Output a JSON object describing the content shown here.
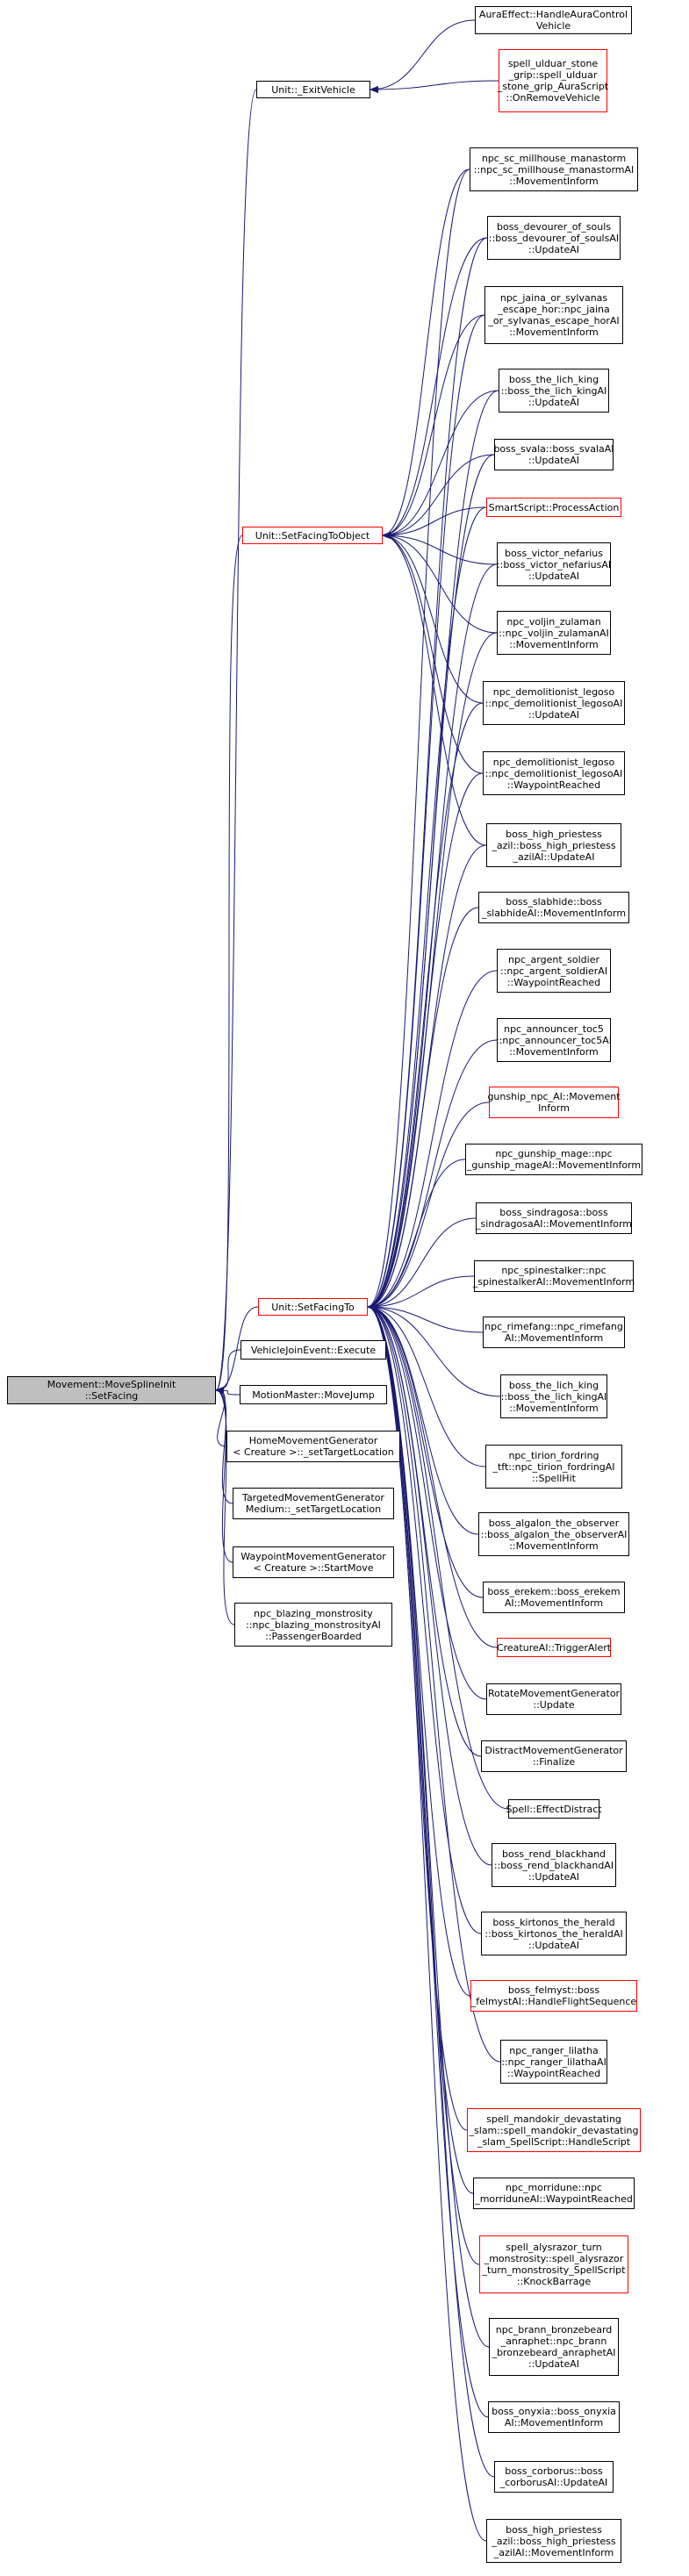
{
  "graph": {
    "edge_color": "#191970",
    "missing_color": "#ff0000",
    "root_fill": "#bfbfbf",
    "nodes": {
      "root": {
        "label": "Movement::MoveSplineInit\n::SetFacing",
        "status": "root"
      },
      "exit_vehicle": {
        "label": "Unit::_ExitVehicle",
        "status": "normal"
      },
      "aura_effect": {
        "label": "AuraEffect::HandleAuraControl\nVehicle",
        "status": "normal"
      },
      "spell_ulduar": {
        "label": "spell_ulduar_stone\n_grip::spell_ulduar\n_stone_grip_AuraScript\n::OnRemoveVehicle",
        "status": "truncated"
      },
      "set_facing_to_object": {
        "label": "Unit::SetFacingToObject",
        "status": "truncated"
      },
      "millhouse": {
        "label": "npc_sc_millhouse_manastorm\n::npc_sc_millhouse_manastormAI\n::MovementInform",
        "status": "normal"
      },
      "devourer": {
        "label": "boss_devourer_of_souls\n::boss_devourer_of_soulsAI\n::UpdateAI",
        "status": "normal"
      },
      "jaina": {
        "label": "npc_jaina_or_sylvanas\n_escape_hor::npc_jaina\n_or_sylvanas_escape_horAI\n::MovementInform",
        "status": "normal"
      },
      "lich_king_update": {
        "label": "boss_the_lich_king\n::boss_the_lich_kingAI\n::UpdateAI",
        "status": "normal"
      },
      "svala": {
        "label": "boss_svala::boss_svalaAI\n::UpdateAI",
        "status": "normal"
      },
      "smartscript": {
        "label": "SmartScript::ProcessAction",
        "status": "truncated"
      },
      "nefarius": {
        "label": "boss_victor_nefarius\n::boss_victor_nefariusAI\n::UpdateAI",
        "status": "normal"
      },
      "voljin": {
        "label": "npc_voljin_zulaman\n::npc_voljin_zulamanAI\n::MovementInform",
        "status": "normal"
      },
      "legoso_update": {
        "label": "npc_demolitionist_legoso\n::npc_demolitionist_legosoAI\n::UpdateAI",
        "status": "normal"
      },
      "legoso_waypoint": {
        "label": "npc_demolitionist_legoso\n::npc_demolitionist_legosoAI\n::WaypointReached",
        "status": "normal"
      },
      "azil_update": {
        "label": "boss_high_priestess\n_azil::boss_high_priestess\n_azilAI::UpdateAI",
        "status": "normal"
      },
      "set_facing_to": {
        "label": "Unit::SetFacingTo",
        "status": "truncated"
      },
      "slabhide": {
        "label": "boss_slabhide::boss\n_slabhideAI::MovementInform",
        "status": "normal"
      },
      "argent_soldier": {
        "label": "npc_argent_soldier\n::npc_argent_soldierAI\n::WaypointReached",
        "status": "normal"
      },
      "announcer": {
        "label": "npc_announcer_toc5\n::npc_announcer_toc5AI\n::MovementInform",
        "status": "normal"
      },
      "gunship_npc": {
        "label": "gunship_npc_AI::Movement\nInform",
        "status": "truncated"
      },
      "gunship_mage": {
        "label": "npc_gunship_mage::npc\n_gunship_mageAI::MovementInform",
        "status": "normal"
      },
      "sindragosa": {
        "label": "boss_sindragosa::boss\n_sindragosaAI::MovementInform",
        "status": "normal"
      },
      "spinestalker": {
        "label": "npc_spinestalker::npc\n_spinestalkerAI::MovementInform",
        "status": "normal"
      },
      "rimefang": {
        "label": "npc_rimefang::npc_rimefang\nAI::MovementInform",
        "status": "normal"
      },
      "lich_king_move": {
        "label": "boss_the_lich_king\n::boss_the_lich_kingAI\n::MovementInform",
        "status": "normal"
      },
      "tirion": {
        "label": "npc_tirion_fordring\n_tft::npc_tirion_fordringAI\n::SpellHit",
        "status": "normal"
      },
      "algalon": {
        "label": "boss_algalon_the_observer\n::boss_algalon_the_observerAI\n::MovementInform",
        "status": "normal"
      },
      "erekem": {
        "label": "boss_erekem::boss_erekem\nAI::MovementInform",
        "status": "normal"
      },
      "creature_ai": {
        "label": "CreatureAI::TriggerAlert",
        "status": "truncated"
      },
      "rotate_gen": {
        "label": "RotateMovementGenerator\n::Update",
        "status": "normal"
      },
      "distract_gen": {
        "label": "DistractMovementGenerator\n::Finalize",
        "status": "normal"
      },
      "effect_distract": {
        "label": "Spell::EffectDistract",
        "status": "normal"
      },
      "rend": {
        "label": "boss_rend_blackhand\n::boss_rend_blackhandAI\n::UpdateAI",
        "status": "normal"
      },
      "kirtonos": {
        "label": "boss_kirtonos_the_herald\n::boss_kirtonos_the_heraldAI\n::UpdateAI",
        "status": "normal"
      },
      "felmyst": {
        "label": "boss_felmyst::boss\n_felmystAI::HandleFlightSequence",
        "status": "truncated"
      },
      "ranger_lilatha": {
        "label": "npc_ranger_lilatha\n::npc_ranger_lilathaAI\n::WaypointReached",
        "status": "normal"
      },
      "mandokir": {
        "label": "spell_mandokir_devastating\n_slam::spell_mandokir_devastating\n_slam_SpellScript::HandleScript",
        "status": "truncated"
      },
      "morridune": {
        "label": "npc_morridune::npc\n_morriduneAI::WaypointReached",
        "status": "normal"
      },
      "alysrazor": {
        "label": "spell_alysrazor_turn\n_monstrosity::spell_alysrazor\n_turn_monstrosity_SpellScript\n::KnockBarrage",
        "status": "truncated"
      },
      "brann": {
        "label": "npc_brann_bronzebeard\n_anraphet::npc_brann\n_bronzebeard_anraphetAI\n::UpdateAI",
        "status": "normal"
      },
      "onyxia": {
        "label": "boss_onyxia::boss_onyxia\nAI::MovementInform",
        "status": "normal"
      },
      "corborus": {
        "label": "boss_corborus::boss\n_corborusAI::UpdateAI",
        "status": "normal"
      },
      "azil_move": {
        "label": "boss_high_priestess\n_azil::boss_high_priestess\n_azilAI::MovementInform",
        "status": "normal"
      },
      "vehicle_join": {
        "label": "VehicleJoinEvent::Execute",
        "status": "normal"
      },
      "motion_master": {
        "label": "MotionMaster::MoveJump",
        "status": "normal"
      },
      "home_gen": {
        "label": "HomeMovementGenerator\n< Creature >::_setTargetLocation",
        "status": "normal"
      },
      "targeted_gen": {
        "label": "TargetedMovementGenerator\nMedium::_setTargetLocation",
        "status": "normal"
      },
      "waypoint_gen": {
        "label": "WaypointMovementGenerator\n< Creature >::StartMove",
        "status": "normal"
      },
      "blazing": {
        "label": "npc_blazing_monstrosity\n::npc_blazing_monstrosityAI\n::PassengerBoarded",
        "status": "normal"
      }
    },
    "edges": [
      [
        "exit_vehicle",
        "root"
      ],
      [
        "set_facing_to_object",
        "root"
      ],
      [
        "set_facing_to",
        "root"
      ],
      [
        "vehicle_join",
        "root"
      ],
      [
        "motion_master",
        "root"
      ],
      [
        "home_gen",
        "root"
      ],
      [
        "targeted_gen",
        "root"
      ],
      [
        "waypoint_gen",
        "root"
      ],
      [
        "blazing",
        "root"
      ],
      [
        "aura_effect",
        "exit_vehicle"
      ],
      [
        "spell_ulduar",
        "exit_vehicle"
      ],
      [
        "millhouse",
        "set_facing_to_object"
      ],
      [
        "devourer",
        "set_facing_to_object"
      ],
      [
        "jaina",
        "set_facing_to_object"
      ],
      [
        "lich_king_update",
        "set_facing_to_object"
      ],
      [
        "svala",
        "set_facing_to_object"
      ],
      [
        "smartscript",
        "set_facing_to_object"
      ],
      [
        "nefarius",
        "set_facing_to_object"
      ],
      [
        "voljin",
        "set_facing_to_object"
      ],
      [
        "legoso_update",
        "set_facing_to_object"
      ],
      [
        "legoso_waypoint",
        "set_facing_to_object"
      ],
      [
        "azil_update",
        "set_facing_to_object"
      ],
      [
        "millhouse",
        "set_facing_to"
      ],
      [
        "devourer",
        "set_facing_to"
      ],
      [
        "jaina",
        "set_facing_to"
      ],
      [
        "lich_king_update",
        "set_facing_to"
      ],
      [
        "svala",
        "set_facing_to"
      ],
      [
        "smartscript",
        "set_facing_to"
      ],
      [
        "nefarius",
        "set_facing_to"
      ],
      [
        "voljin",
        "set_facing_to"
      ],
      [
        "legoso_update",
        "set_facing_to"
      ],
      [
        "legoso_waypoint",
        "set_facing_to"
      ],
      [
        "azil_update",
        "set_facing_to"
      ],
      [
        "slabhide",
        "set_facing_to"
      ],
      [
        "argent_soldier",
        "set_facing_to"
      ],
      [
        "announcer",
        "set_facing_to"
      ],
      [
        "gunship_npc",
        "set_facing_to"
      ],
      [
        "gunship_mage",
        "set_facing_to"
      ],
      [
        "sindragosa",
        "set_facing_to"
      ],
      [
        "spinestalker",
        "set_facing_to"
      ],
      [
        "rimefang",
        "set_facing_to"
      ],
      [
        "lich_king_move",
        "set_facing_to"
      ],
      [
        "tirion",
        "set_facing_to"
      ],
      [
        "algalon",
        "set_facing_to"
      ],
      [
        "erekem",
        "set_facing_to"
      ],
      [
        "creature_ai",
        "set_facing_to"
      ],
      [
        "rotate_gen",
        "set_facing_to"
      ],
      [
        "distract_gen",
        "set_facing_to"
      ],
      [
        "effect_distract",
        "set_facing_to"
      ],
      [
        "rend",
        "set_facing_to"
      ],
      [
        "kirtonos",
        "set_facing_to"
      ],
      [
        "felmyst",
        "set_facing_to"
      ],
      [
        "ranger_lilatha",
        "set_facing_to"
      ],
      [
        "mandokir",
        "set_facing_to"
      ],
      [
        "morridune",
        "set_facing_to"
      ],
      [
        "alysrazor",
        "set_facing_to"
      ],
      [
        "brann",
        "set_facing_to"
      ],
      [
        "onyxia",
        "set_facing_to"
      ],
      [
        "corborus",
        "set_facing_to"
      ],
      [
        "azil_move",
        "set_facing_to"
      ]
    ]
  }
}
